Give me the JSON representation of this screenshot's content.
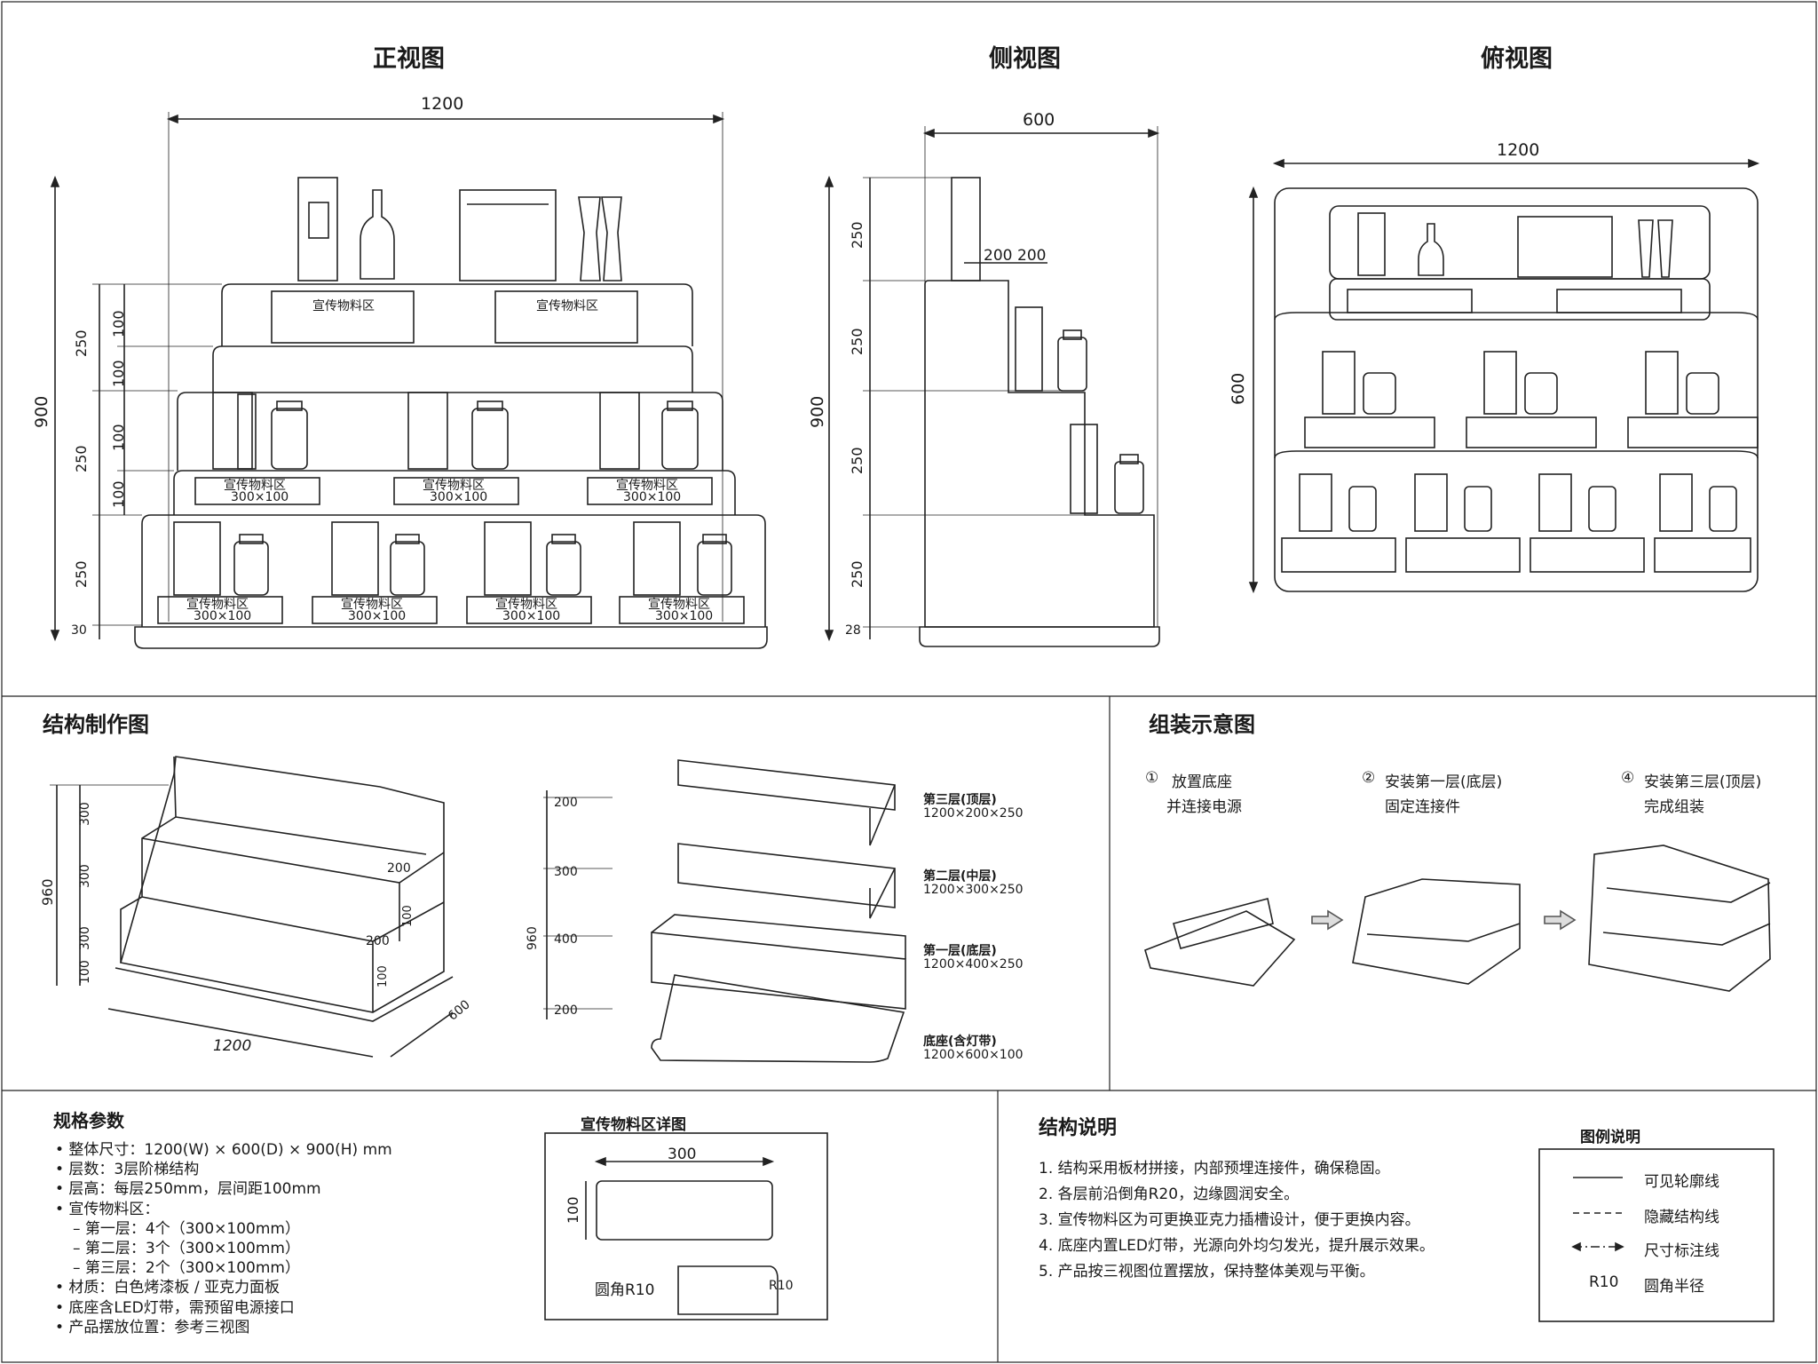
{
  "views": {
    "front": {
      "title": "正视图",
      "width": "1200",
      "height": "900",
      "dims_outer": [
        "250",
        "250",
        "250",
        "30"
      ],
      "dims_inner": [
        "100",
        "100",
        "100",
        "100"
      ],
      "label": "宣传物料区",
      "label_size": "300×100"
    },
    "side": {
      "title": "侧视图",
      "width": "600",
      "height": "900",
      "dims": [
        "250",
        "250",
        "250",
        "250",
        "28"
      ],
      "step1": "200",
      "step2": "200"
    },
    "top": {
      "title": "俯视图",
      "width": "1200",
      "depth": "600"
    }
  },
  "structure": {
    "title": "结构制作图",
    "iso": {
      "height": "960",
      "dims": [
        "300",
        "300",
        "300",
        "100"
      ],
      "steps": [
        "200",
        "200",
        "100",
        "100"
      ],
      "width": "1200",
      "depth": "600"
    },
    "exploded": {
      "height": "960",
      "dims": [
        "200",
        "300",
        "400",
        "200"
      ],
      "parts": [
        {
          "name": "第三层(顶层)",
          "size": "1200×200×250"
        },
        {
          "name": "第二层(中层)",
          "size": "1200×300×250"
        },
        {
          "name": "第一层(底层)",
          "size": "1200×400×250"
        },
        {
          "name": "底座(含灯带)",
          "size": "1200×600×100"
        }
      ]
    }
  },
  "assembly": {
    "title": "组装示意图",
    "steps": [
      {
        "num": "①",
        "line1": "放置底座",
        "line2": "并连接电源"
      },
      {
        "num": "②",
        "line1": "安装第一层(底层)",
        "line2": "固定连接件"
      },
      {
        "num": "④",
        "line1": "安装第三层(顶层)",
        "line2": "完成组装"
      }
    ]
  },
  "specs": {
    "title": "规格参数",
    "items": [
      "• 整体尺寸：1200(W) × 600(D) × 900(H) mm",
      "• 层数：3层阶梯结构",
      "• 层高：每层250mm，层间距100mm",
      "• 宣传物料区：",
      "  – 第一层：4个（300×100mm）",
      "  – 第二层：3个（300×100mm）",
      "  – 第三层：2个（300×100mm）",
      "• 材质：白色烤漆板 / 亚克力面板",
      "• 底座含LED灯带，需预留电源接口",
      "• 产品摆放位置：参考三视图"
    ]
  },
  "detail": {
    "title": "宣传物料区详图",
    "width": "300",
    "height": "100",
    "corner": "圆角R10",
    "corner_mark": "R10"
  },
  "notes": {
    "title": "结构说明",
    "items": [
      "1. 结构采用板材拼接，内部预埋连接件，确保稳固。",
      "2. 各层前沿倒角R20，边缘圆润安全。",
      "3. 宣传物料区为可更换亚克力插槽设计，便于更换内容。",
      "4. 底座内置LED灯带，光源向外均匀发光，提升展示效果。",
      "5. 产品按三视图位置摆放，保持整体美观与平衡。"
    ]
  },
  "legend": {
    "title": "图例说明",
    "items": [
      {
        "symbol": "",
        "label": "可见轮廓线"
      },
      {
        "symbol": "",
        "label": "隐藏结构线"
      },
      {
        "symbol": "",
        "label": "尺寸标注线"
      },
      {
        "symbol": "R10",
        "label": "圆角半径"
      }
    ]
  }
}
